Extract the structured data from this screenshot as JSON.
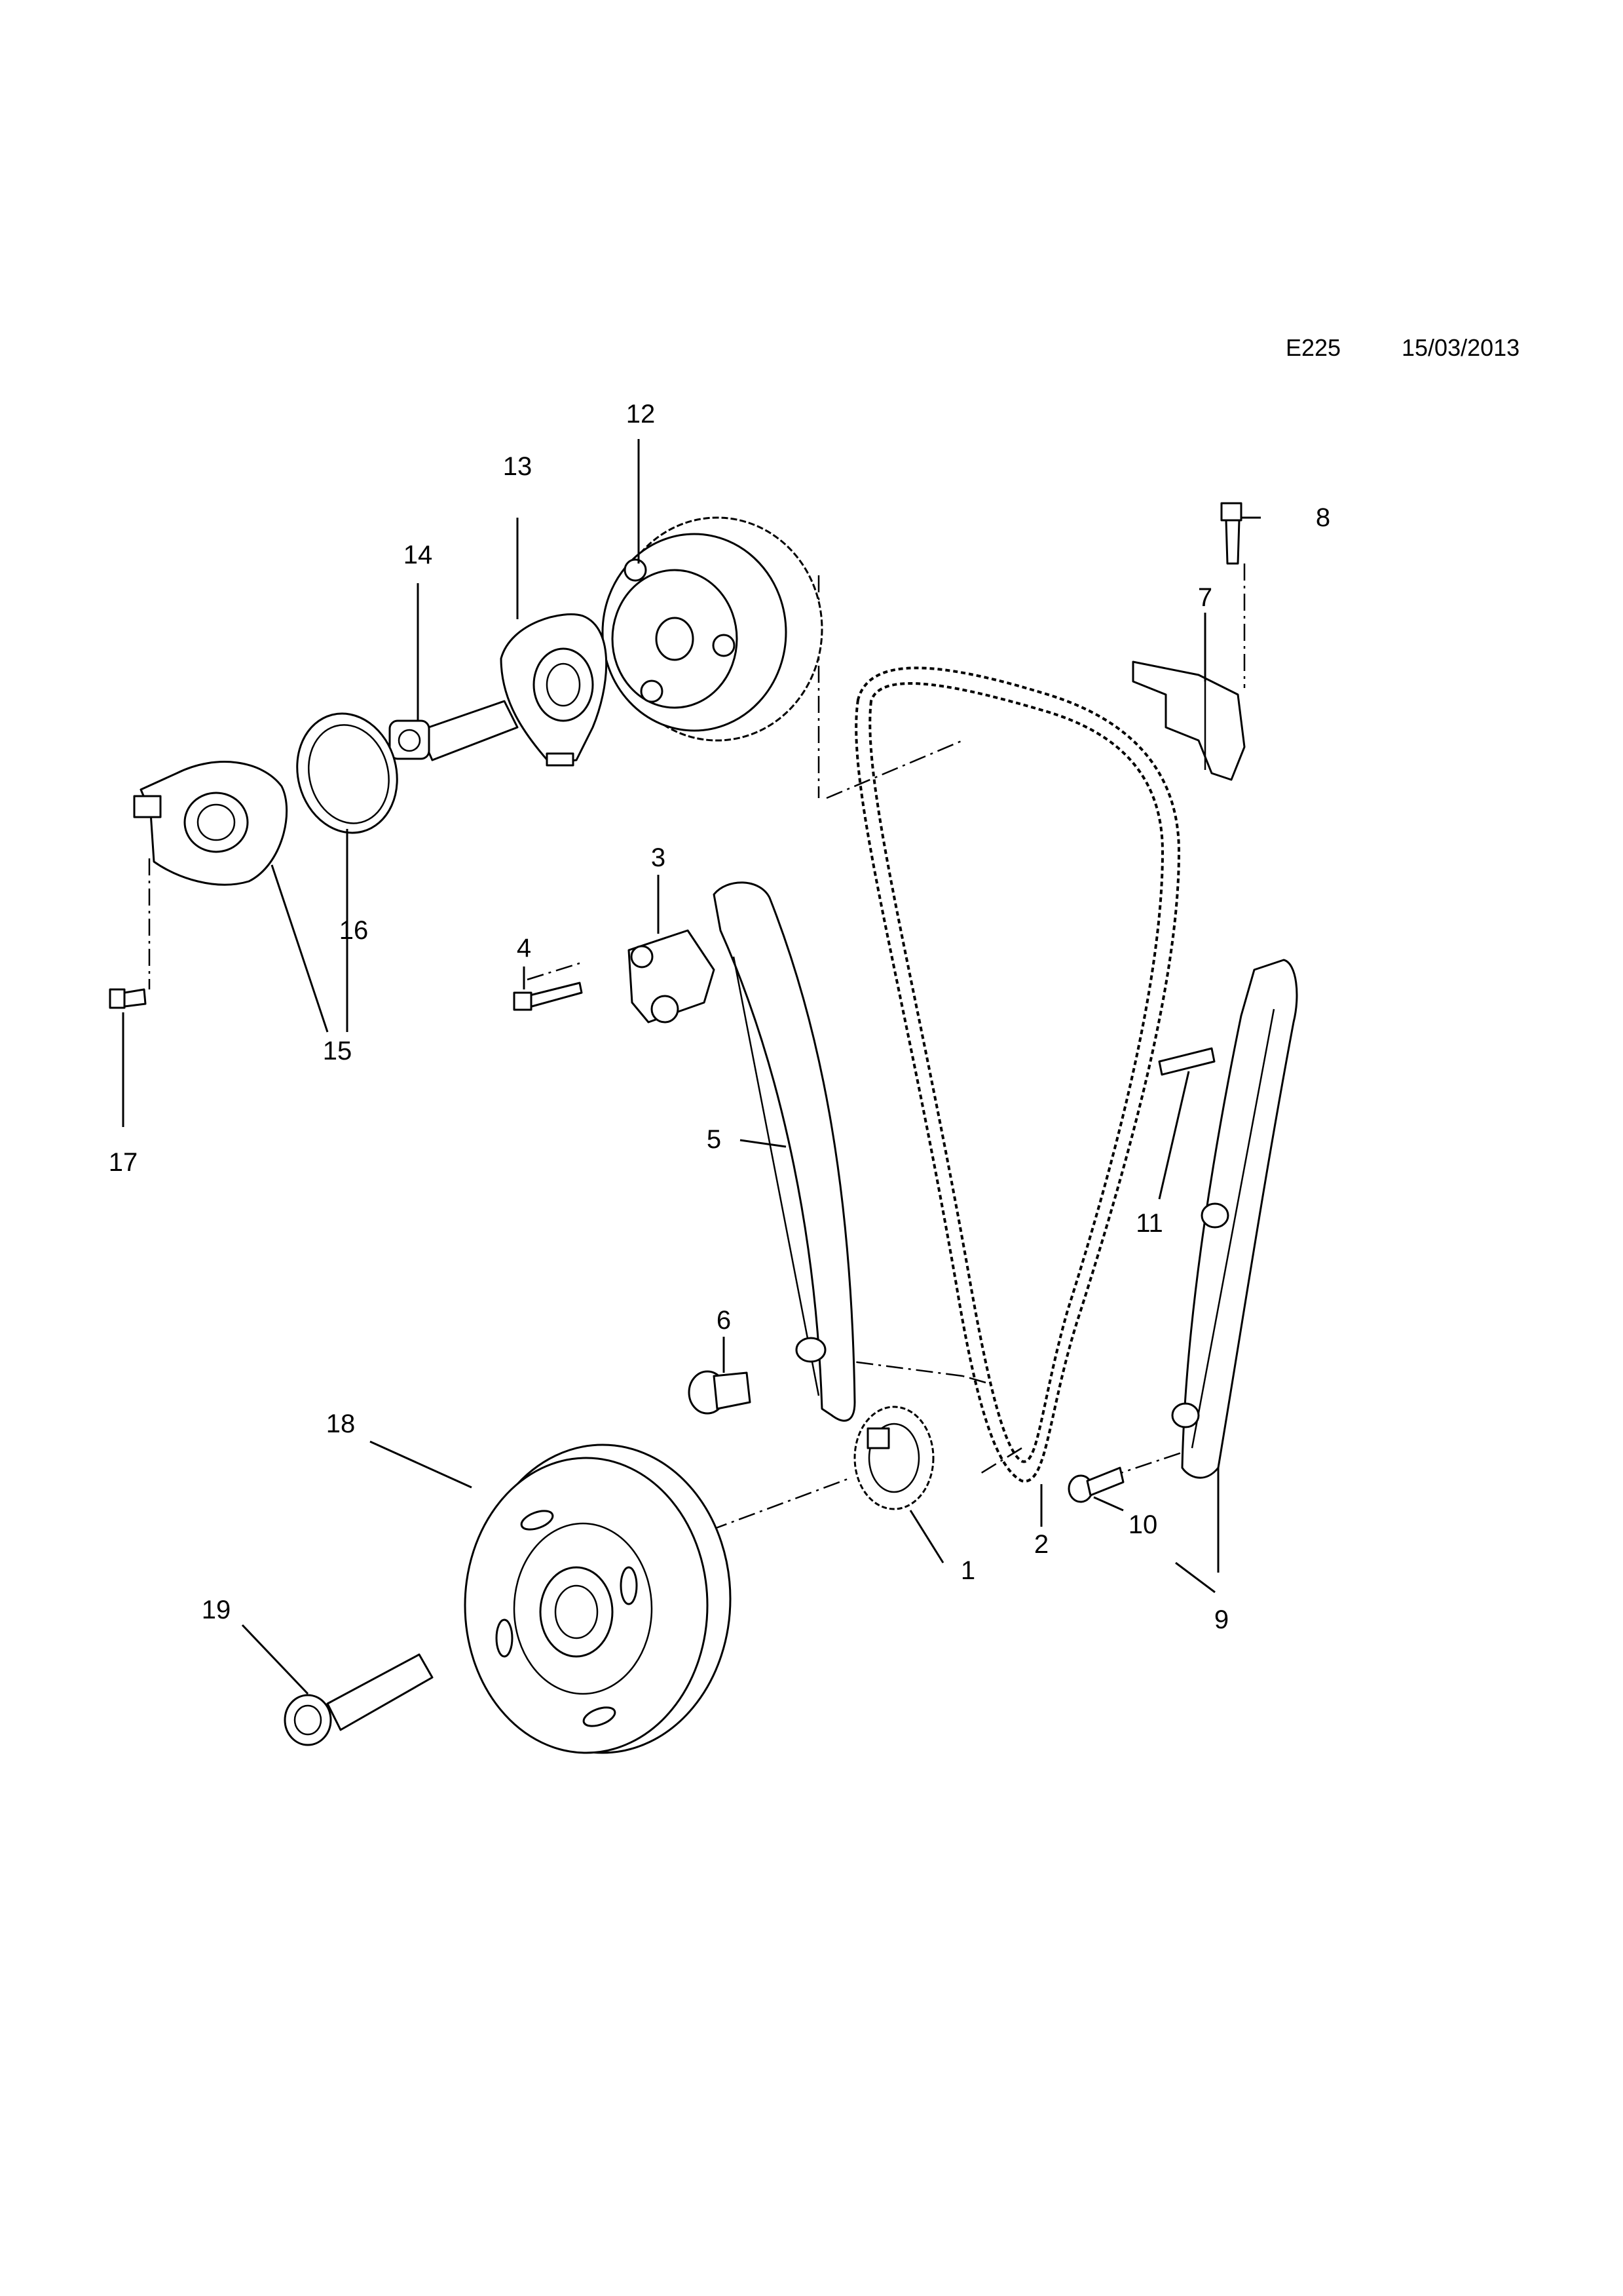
{
  "header": {
    "diagram_code": "E225",
    "date": "15/03/2013"
  },
  "callouts": {
    "c1": "1",
    "c2": "2",
    "c3": "3",
    "c4": "4",
    "c5": "5",
    "c6": "6",
    "c7": "7",
    "c8": "8",
    "c9": "9",
    "c10": "10",
    "c11": "11",
    "c12": "12",
    "c13": "13",
    "c14": "14",
    "c15": "15",
    "c16": "16",
    "c17": "17",
    "c18": "18",
    "c19": "19"
  }
}
